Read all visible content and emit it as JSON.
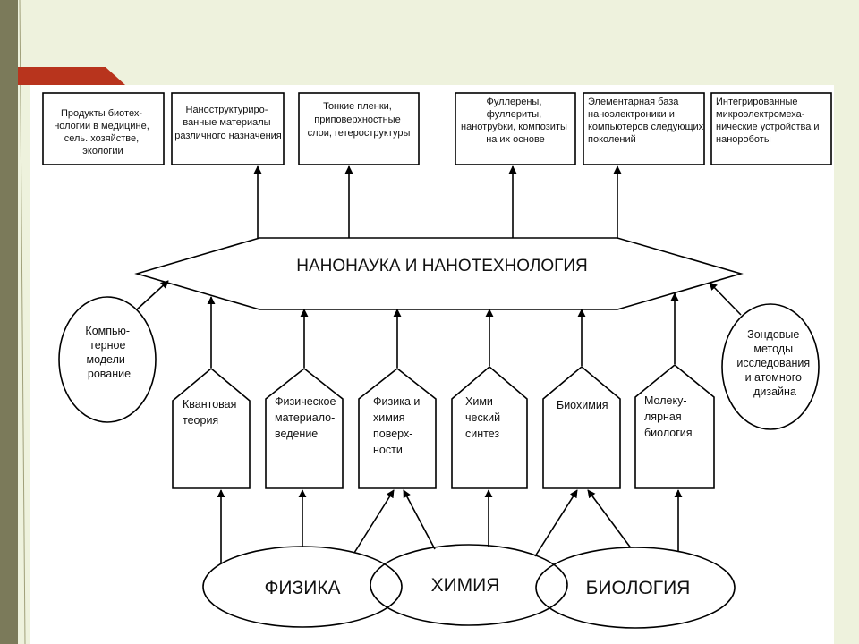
{
  "top_boxes": [
    {
      "id": "bio",
      "lines": [
        "Продукты биотех-",
        "нологии в медицине,",
        "сель. хозяйстве,",
        "экологии"
      ]
    },
    {
      "id": "nanomat",
      "lines": [
        "Наноструктуриро-",
        "ванные материалы",
        "различного назначения"
      ]
    },
    {
      "id": "films",
      "lines": [
        "Тонкие пленки,",
        "приповерхностные",
        "слои, гетероструктуры"
      ]
    },
    {
      "id": "fullerenes",
      "lines": [
        "Фуллерены,",
        "фуллериты,",
        "нанотрубки, композиты",
        "на их основе"
      ]
    },
    {
      "id": "nanoelec",
      "lines": [
        "Элементарная база",
        "наноэлектроники  и",
        "компьютеров следующих",
        "поколений"
      ]
    },
    {
      "id": "mems",
      "lines": [
        "Интегрированные",
        "микроэлектромеха-",
        "нические устройства и",
        "нанороботы"
      ]
    }
  ],
  "center": {
    "title": "НАНОНАУКА И НАНОТЕХНОЛОГИЯ"
  },
  "left_circle": {
    "lines": [
      "Компью-",
      "терное",
      "модели-",
      "рование"
    ]
  },
  "right_circle": {
    "lines": [
      "Зондовые",
      "методы",
      "исследования",
      "и атомного",
      "дизайна"
    ]
  },
  "disciplines": [
    {
      "id": "quantum",
      "lines": [
        "Квантовая",
        "теория"
      ]
    },
    {
      "id": "matsci",
      "lines": [
        "Физическое",
        "материало-",
        "ведение"
      ]
    },
    {
      "id": "surface",
      "lines": [
        "Физика и",
        "химия",
        "поверх-",
        "ности"
      ]
    },
    {
      "id": "synthesis",
      "lines": [
        "Хими-",
        "ческий",
        "синтез"
      ]
    },
    {
      "id": "biochem",
      "lines": [
        "Биохимия"
      ]
    },
    {
      "id": "molbio",
      "lines": [
        "Молеку-",
        "лярная",
        "биология"
      ]
    }
  ],
  "sciences": [
    {
      "id": "physics",
      "label": "ФИЗИКА"
    },
    {
      "id": "chemistry",
      "label": "ХИМИЯ"
    },
    {
      "id": "biology",
      "label": "БИОЛОГИЯ"
    }
  ],
  "colors": {
    "slide_background": "#eef2dd",
    "left_bar": "#7b7a5a",
    "accent_red": "#b8341d",
    "panel": "#ffffff",
    "ink": "#000000"
  }
}
